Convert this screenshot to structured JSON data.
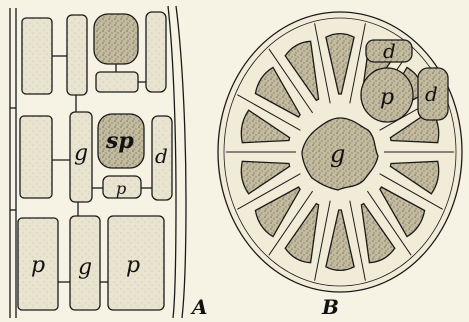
{
  "figure": {
    "panel_a": {
      "label": "A",
      "cell_labels": {
        "g_middle": "g",
        "sp": "sp",
        "d": "d",
        "p_small": "p",
        "p_left": "p",
        "g_bottom": "g",
        "p_right": "p"
      }
    },
    "panel_b": {
      "label": "B",
      "cell_labels": {
        "d_top": "d",
        "p": "p",
        "d_right": "d",
        "g_center": "g"
      }
    },
    "colors": {
      "background": "#f6f3e4",
      "ink": "#1a1a1a",
      "stipple_fill": "#bdb59a",
      "light_fill": "#ebe6d2"
    }
  }
}
